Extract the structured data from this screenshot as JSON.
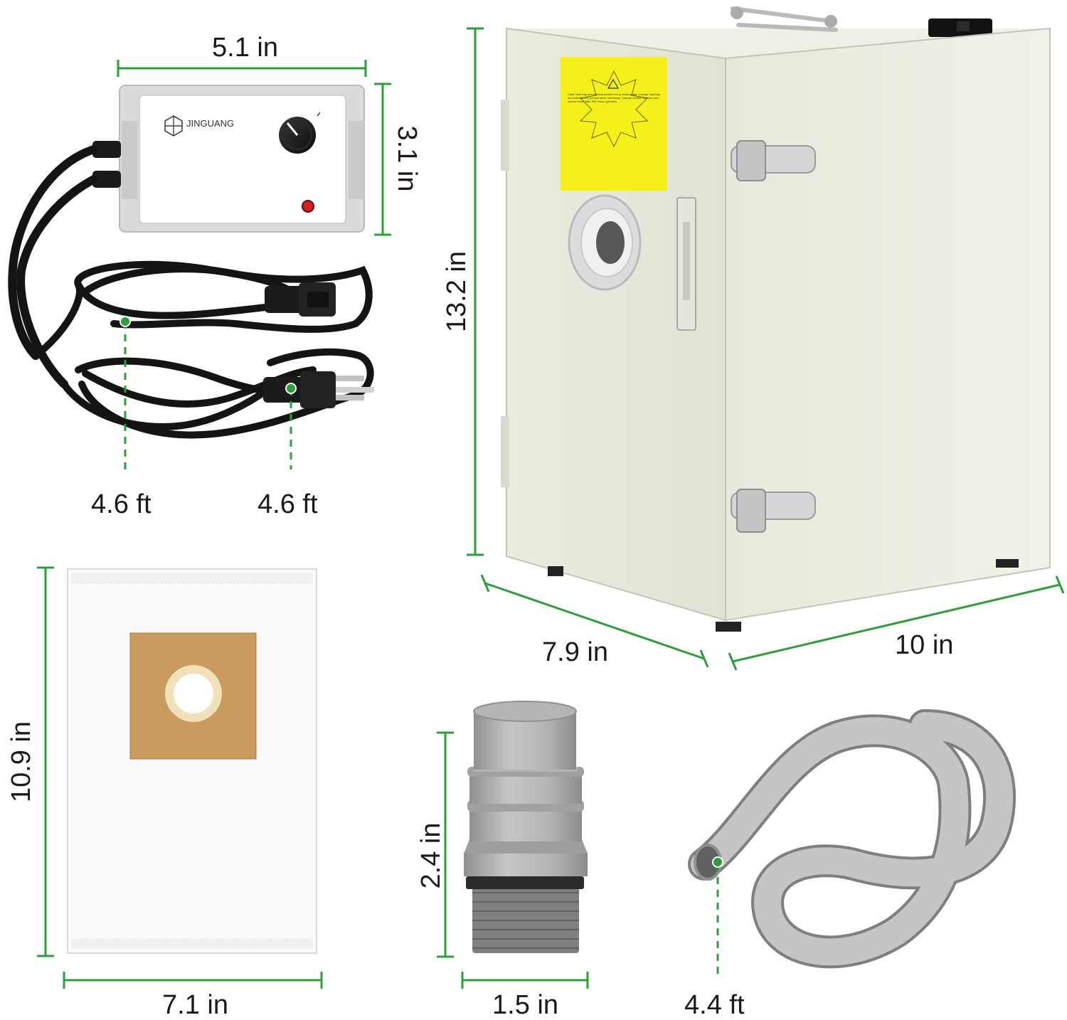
{
  "brand_label": "JINGUANG",
  "warning_label_text": "Clean dust bag and residual powder every working day. Change dust bag and maintain the product when necessary. Change conflict machine and carbon brush after 300 hours operation.",
  "dimensions": {
    "control_box_width": "5.1 in",
    "control_box_height": "3.1 in",
    "power_cord_1_length": "4.6 ft",
    "power_cord_2_length": "4.6 ft",
    "cabinet_height": "13.2 in",
    "cabinet_depth": "7.9 in",
    "cabinet_width": "10 in",
    "dust_bag_height": "10.9 in",
    "dust_bag_width": "7.1 in",
    "adapter_height": "2.4 in",
    "adapter_width": "1.5 in",
    "hose_length": "4.4 ft"
  },
  "colors": {
    "dimension_line": "#2e9e3c",
    "cabinet_body": "#e8ebdf",
    "warning_label": "#f5f01a",
    "cord": "#141414",
    "adapter": "#a9abad",
    "hose": "#8d8f91",
    "bag_patch": "#c99b5e"
  }
}
